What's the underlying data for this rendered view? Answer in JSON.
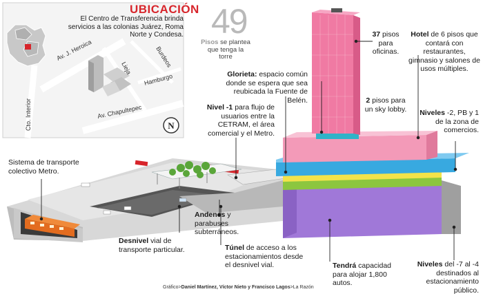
{
  "ubicacion": {
    "title": "UBICACIÓN",
    "description": "El Centro de Transferencia brinda servicios a las colonias Juárez, Roma Norte y Condesa."
  },
  "map": {
    "streets": [
      "Av. J. Heroica",
      "Burdeos",
      "Lieja",
      "Hamburgo",
      "Av. Chapultepec",
      "Cto. Interior"
    ],
    "north": "N"
  },
  "headline": {
    "number": "49",
    "sub_bold": "Pisos",
    "sub_rest": "se plantea que tenga la torre"
  },
  "labels": {
    "pisos37": {
      "bold": "37",
      "rest": "pisos para oficinas."
    },
    "hotel": {
      "bold": "Hotel",
      "rest": "de 6 pisos que contará con restaurantes, gimnasio y salones de usos múltiples."
    },
    "glorieta": {
      "bold": "Glorieta:",
      "rest": "espacio común donde se espera que sea reubicada la Fuente de Belén."
    },
    "pisos2": {
      "bold": "2",
      "rest": "pisos para un sky lobby."
    },
    "nivel1": {
      "bold": "Nivel -1",
      "rest": "para flujo de usuarios entre la CETRAM, el área comercial y el Metro."
    },
    "niveles_comercio": {
      "bold": "Niveles",
      "rest": "-2, PB y 1 de la zona de comercios."
    },
    "metro": {
      "text": "Sistema de transporte colectivo Metro."
    },
    "andenes": {
      "bold": "Andenes",
      "rest": "y parabuses subterráneos."
    },
    "desnivel": {
      "bold": "Desnivel",
      "rest": "vial de transporte particular."
    },
    "tunel": {
      "bold": "Túnel",
      "rest": "de acceso a los estacionamientos desde el desnivel vial."
    },
    "tendra": {
      "bold": "Tendrá",
      "rest": "capacidad para alojar 1,800 autos."
    },
    "niveles_parking": {
      "bold": "Niveles",
      "rest": "del -7 al -4 destinados al estacionamiento público."
    }
  },
  "credit": {
    "prefix": "Gráfico>",
    "authors": "Daniel Martínez, Víctor Nieto y Francisco Lagos",
    "suffix": ">La Razón"
  },
  "colors": {
    "accent_red": "#d7252b",
    "tower_pink": "#f07aa3",
    "lobby_teal": "#2fb3c8",
    "hotel_pink": "#f39ab8",
    "commerce_blue": "#38a9e0",
    "yellow_band": "#f3e34a",
    "green_band": "#8cc63f",
    "parking_purple": "#a078d8"
  }
}
